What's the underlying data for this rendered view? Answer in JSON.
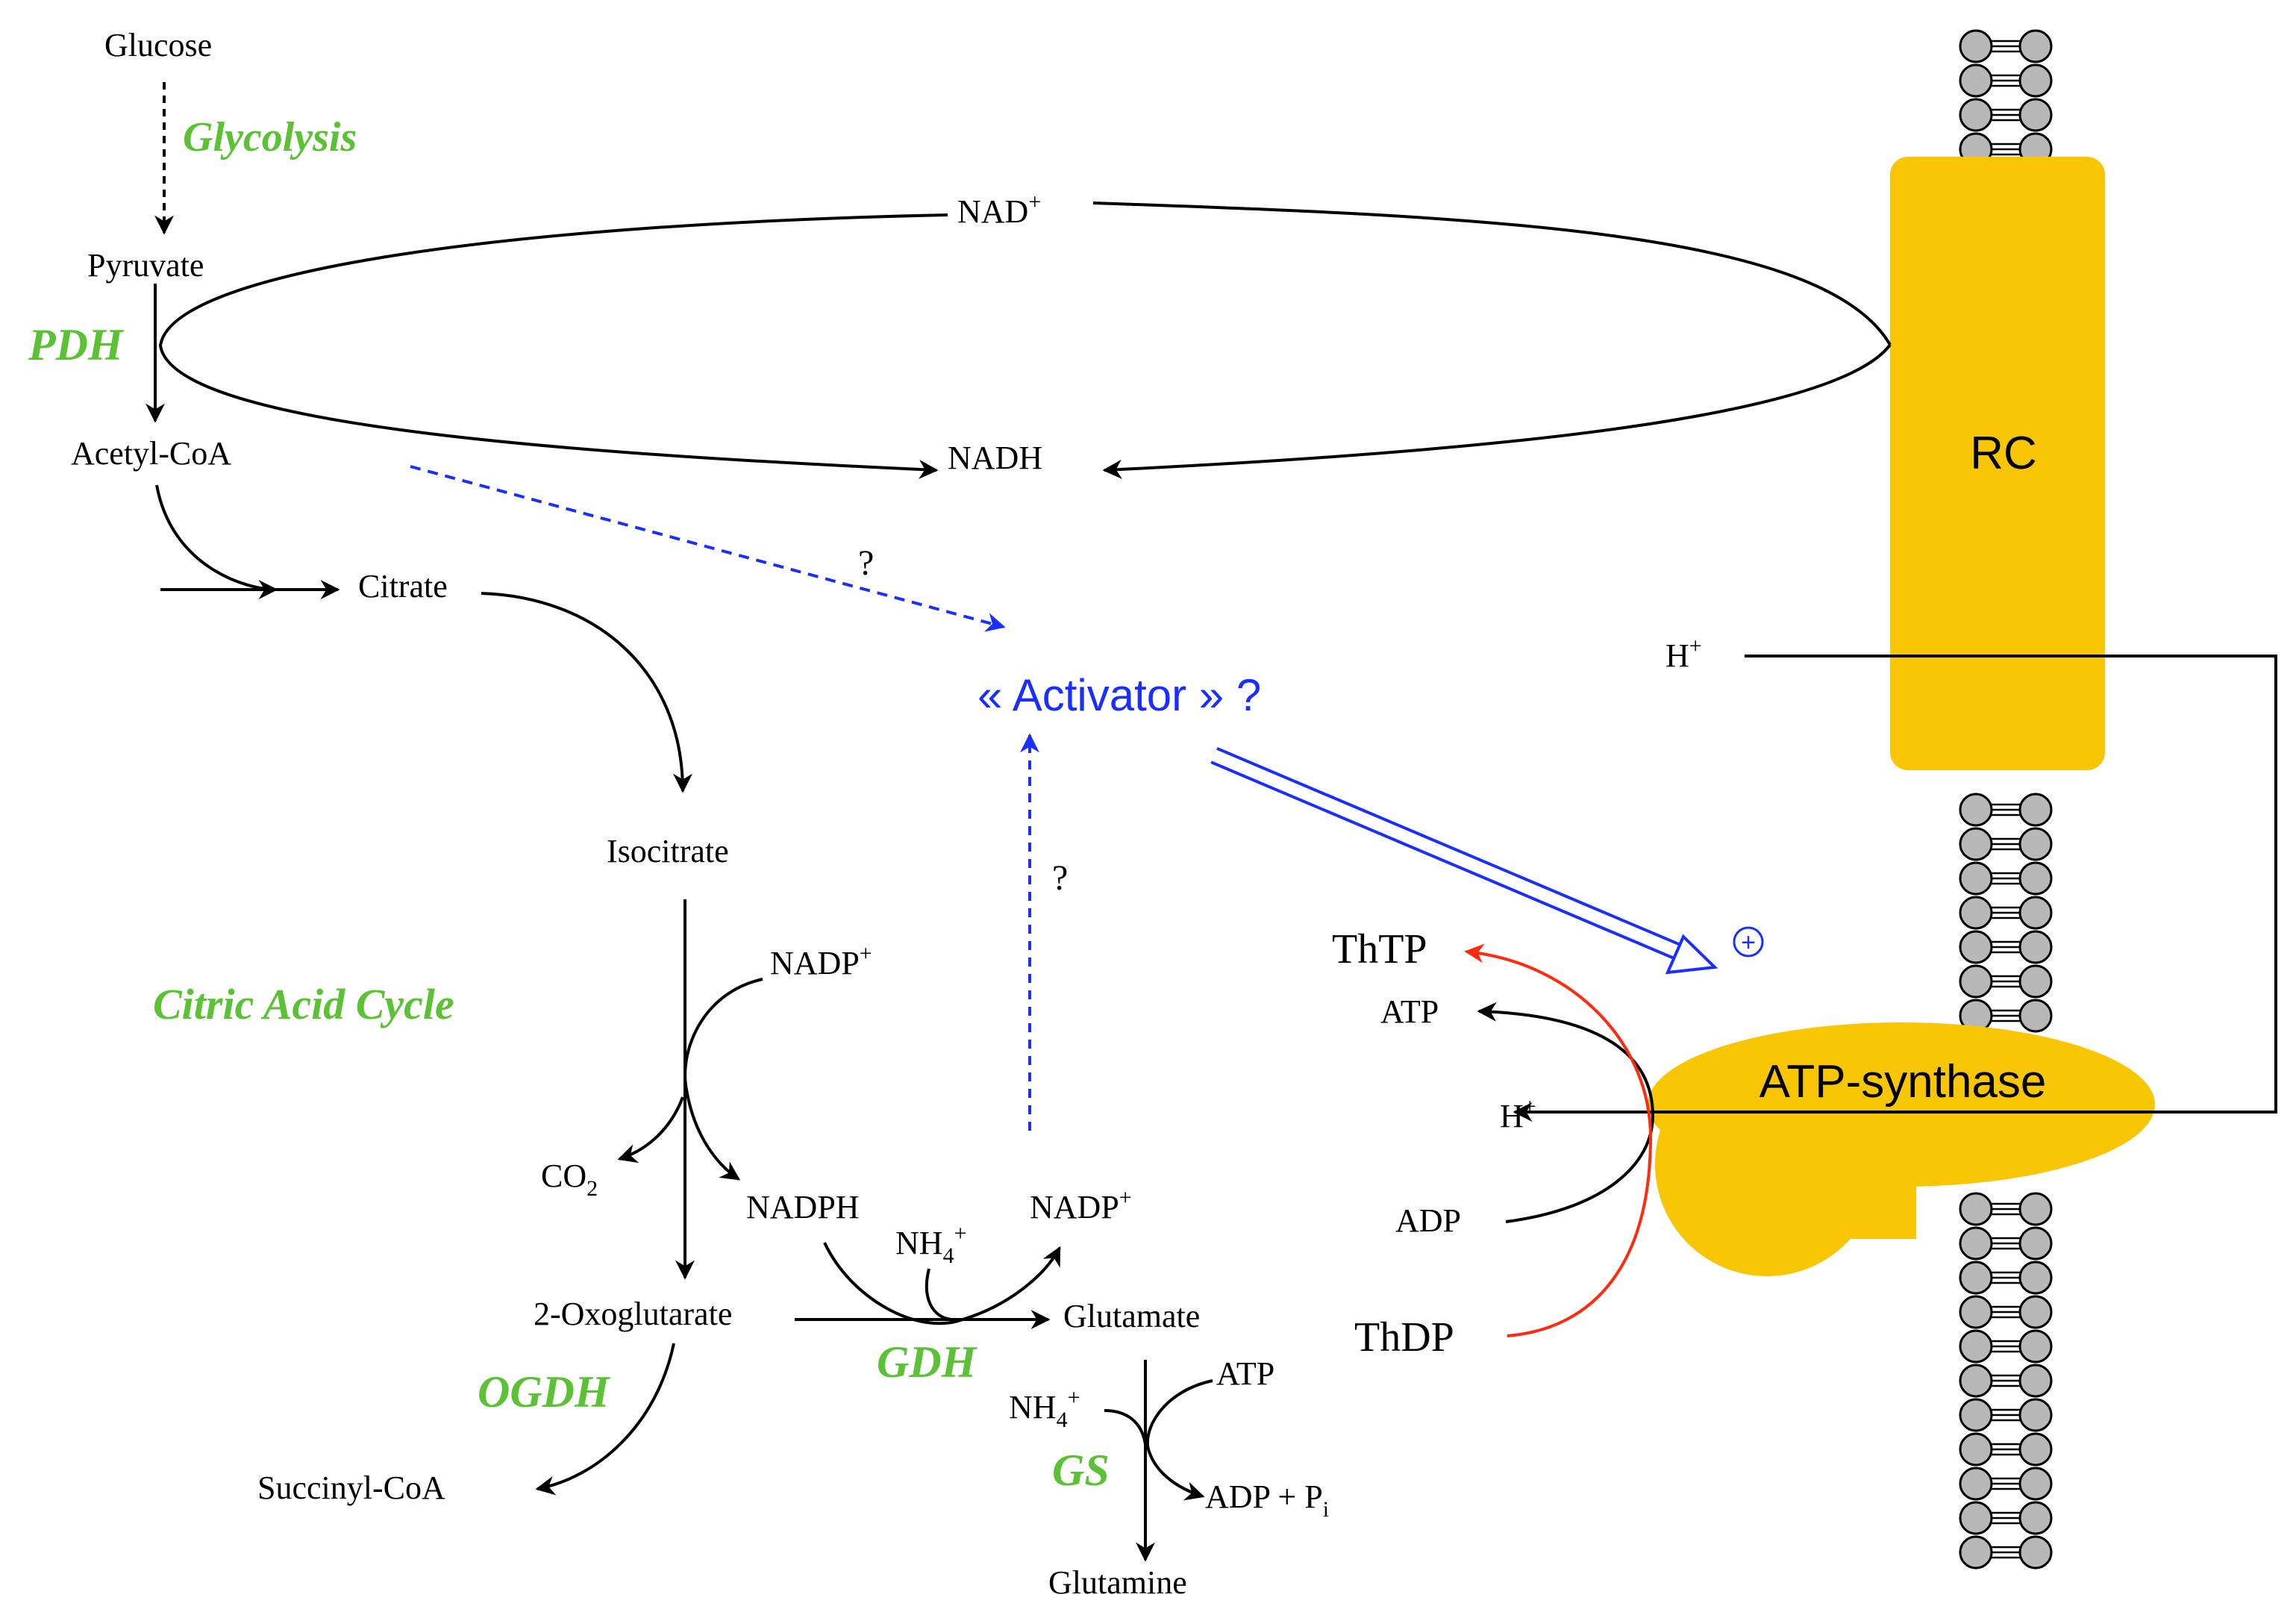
{
  "colors": {
    "enzyme": "#5bc236",
    "blue": "#1a2eff",
    "red": "#ff2a10",
    "gold": "#f9c606",
    "bead": "#b8b8b8"
  },
  "metabolites": {
    "glucose": "Glucose",
    "pyruvate": "Pyruvate",
    "acetyl_coa": "Acetyl-CoA",
    "citrate": "Citrate",
    "isocitrate": "Isocitrate",
    "nadp_plus_1": "NADP",
    "nadp_plus_1_sup": "+",
    "co2": "CO",
    "co2_sub": "2",
    "nadph": "NADPH",
    "nh4_1": "NH",
    "nh4_1_sub": "4",
    "nh4_1_sup": "+",
    "nadp_plus_2": "NADP",
    "nadp_plus_2_sup": "+",
    "oxoglutarate": "2-Oxoglutarate",
    "glutamate": "Glutamate",
    "succinyl_coa": "Succinyl-CoA",
    "atp_gs": "ATP",
    "nh4_2": "NH",
    "nh4_2_sub": "4",
    "nh4_2_sup": "+",
    "adp_pi": "ADP + P",
    "adp_pi_sub": "i",
    "glutamine": "Glutamine",
    "nad_plus": "NAD",
    "nad_plus_sup": "+",
    "nadh": "NADH",
    "h_plus_top": "H",
    "h_plus_top_sup": "+",
    "h_plus_left": "H",
    "h_plus_left_sup": "+",
    "atp": "ATP",
    "adp": "ADP"
  },
  "enzymes": {
    "glycolysis": "Glycolysis",
    "pdh": "PDH",
    "citric_acid_cycle": "Citric Acid Cycle",
    "ogdh": "OGDH",
    "gdh": "GDH",
    "gs": "GS"
  },
  "activator": {
    "label": "« Activator » ?",
    "q_top": "?",
    "q_bottom": "?",
    "plus": "+"
  },
  "thiamine": {
    "thtp": "ThTP",
    "thdp": "ThDP"
  },
  "complexes": {
    "rc": "RC",
    "atp_synthase": "ATP-synthase"
  }
}
